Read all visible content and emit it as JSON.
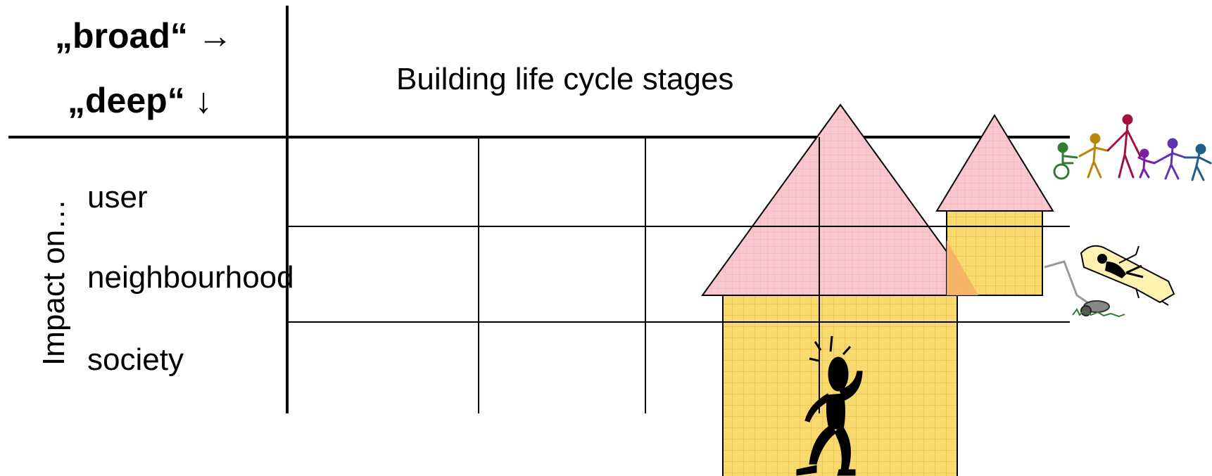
{
  "header": {
    "broad": "„broad“ →",
    "deep": "„deep“ ↓"
  },
  "title": "Building life cycle stages",
  "axis_label": "Impact on…",
  "rows": [
    "user",
    "neighbourhood",
    "society"
  ],
  "colors": {
    "roof": "#f9c8cf",
    "wall": "#f7d96e",
    "grid_line": "#000000",
    "family": [
      "#2e7d32",
      "#b8860b",
      "#a0123c",
      "#7b1fa2",
      "#5e35b1",
      "#1f5f8b"
    ]
  },
  "icons": [
    "house-drawing",
    "stressed-person-icon",
    "family-holding-hands-icon",
    "lawnmower-icon",
    "person-on-lounger-icon"
  ]
}
